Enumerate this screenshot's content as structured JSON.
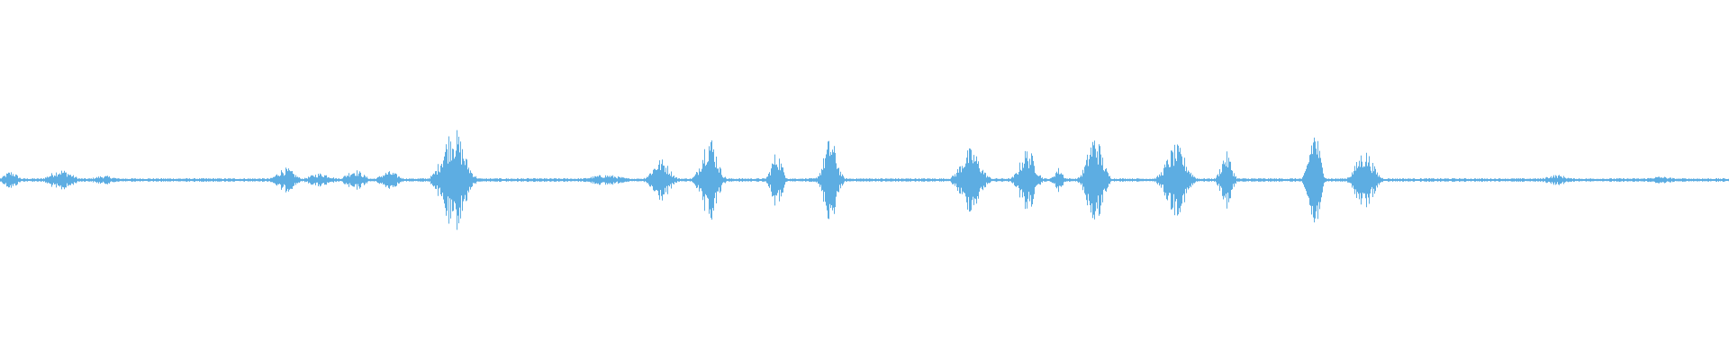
{
  "waveform": {
    "color": "#5dade2",
    "background": "#ffffff",
    "baseline_amplitude": 0.01,
    "bursts": [
      {
        "center": 0.006,
        "width": 0.006,
        "peak": 0.05
      },
      {
        "center": 0.035,
        "width": 0.01,
        "peak": 0.06
      },
      {
        "center": 0.06,
        "width": 0.01,
        "peak": 0.025
      },
      {
        "center": 0.165,
        "width": 0.008,
        "peak": 0.07
      },
      {
        "center": 0.185,
        "width": 0.01,
        "peak": 0.04
      },
      {
        "center": 0.205,
        "width": 0.008,
        "peak": 0.06
      },
      {
        "center": 0.225,
        "width": 0.008,
        "peak": 0.05
      },
      {
        "center": 0.262,
        "width": 0.01,
        "peak": 0.3
      },
      {
        "center": 0.35,
        "width": 0.015,
        "peak": 0.03
      },
      {
        "center": 0.382,
        "width": 0.008,
        "peak": 0.12
      },
      {
        "center": 0.41,
        "width": 0.007,
        "peak": 0.26
      },
      {
        "center": 0.449,
        "width": 0.005,
        "peak": 0.16
      },
      {
        "center": 0.48,
        "width": 0.006,
        "peak": 0.24
      },
      {
        "center": 0.561,
        "width": 0.009,
        "peak": 0.18
      },
      {
        "center": 0.594,
        "width": 0.007,
        "peak": 0.18
      },
      {
        "center": 0.612,
        "width": 0.004,
        "peak": 0.07
      },
      {
        "center": 0.633,
        "width": 0.007,
        "peak": 0.26
      },
      {
        "center": 0.68,
        "width": 0.009,
        "peak": 0.2
      },
      {
        "center": 0.709,
        "width": 0.005,
        "peak": 0.16
      },
      {
        "center": 0.76,
        "width": 0.005,
        "peak": 0.3
      },
      {
        "center": 0.789,
        "width": 0.008,
        "peak": 0.17
      },
      {
        "center": 0.9,
        "width": 0.01,
        "peak": 0.03
      },
      {
        "center": 0.96,
        "width": 0.012,
        "peak": 0.02
      }
    ]
  }
}
